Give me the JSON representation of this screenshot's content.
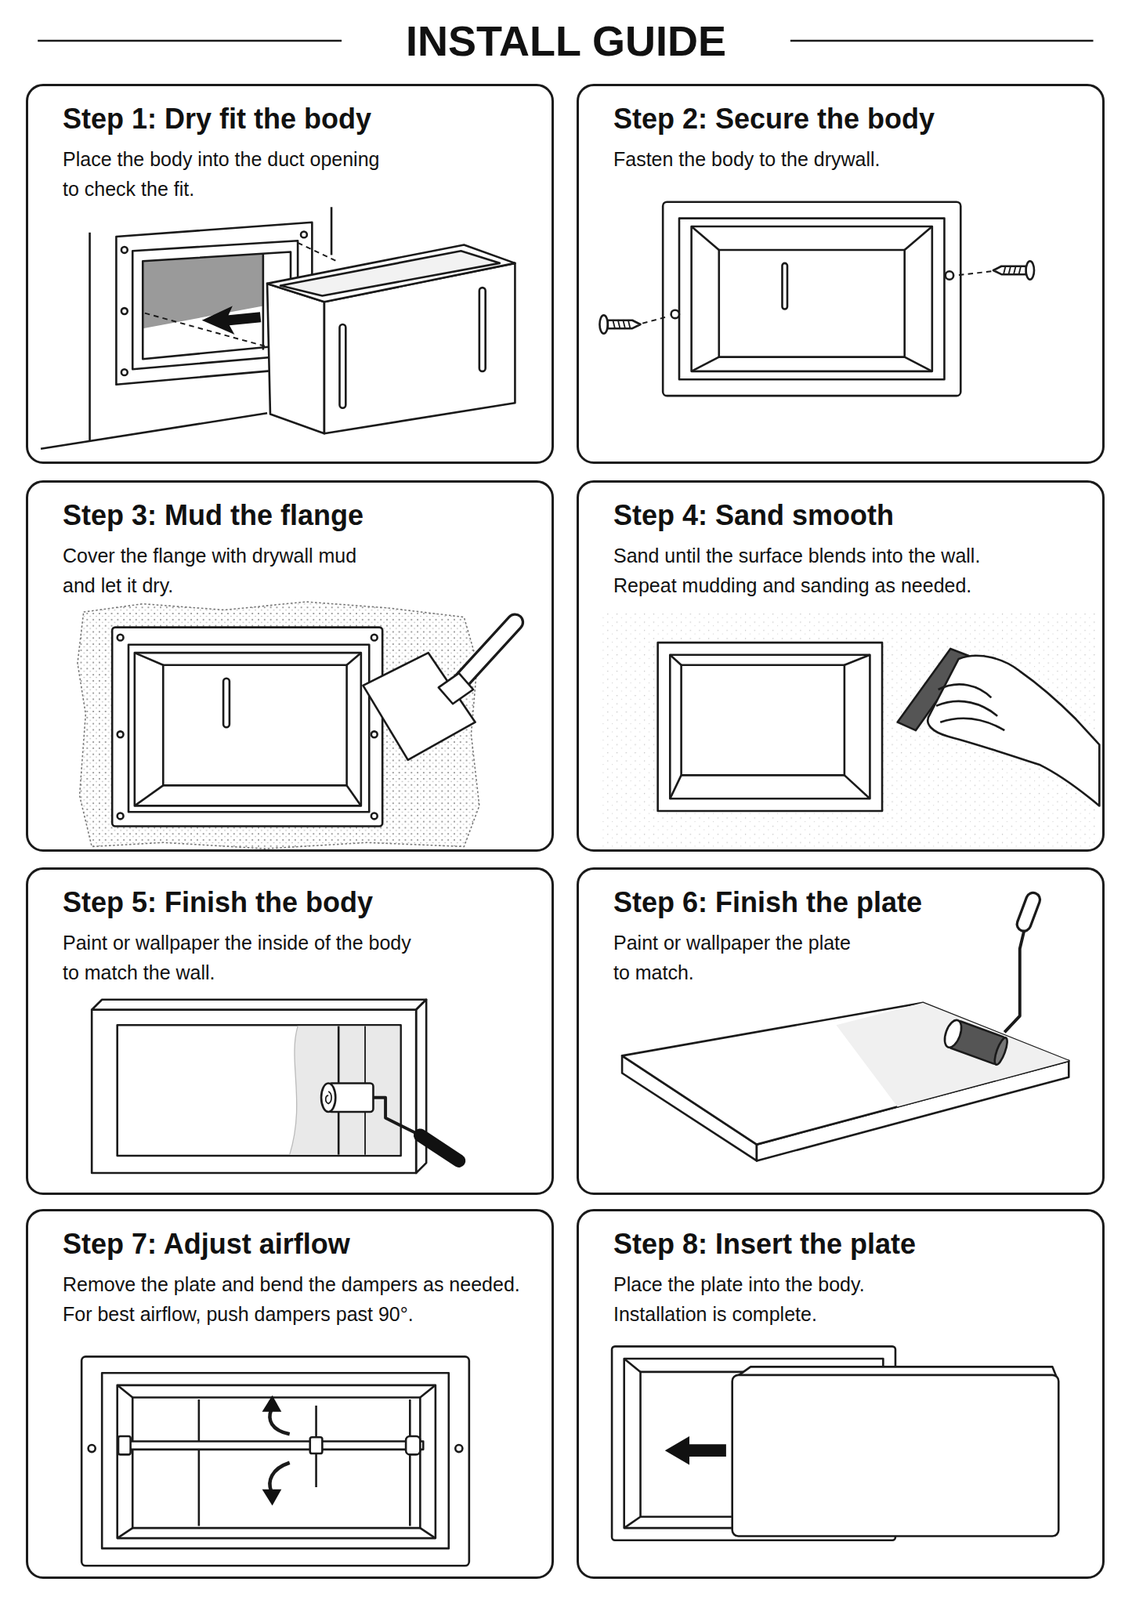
{
  "diagram": {
    "title": "INSTALL GUIDE",
    "nodes": [
      {
        "text": [
          "Step 1: Dry fit the body",
          "Place the body into the duct opening to check the fit."
        ]
      },
      {
        "text": [
          "Step 2: Secure the body",
          "Fasten the body to the drywall."
        ]
      },
      {
        "text": [
          "Step 3: Mud the flange",
          "Cover the flange with drywall mud and let it dry."
        ]
      },
      {
        "text": [
          "Step 4: Sand smooth",
          "Sand until the surface blends into the wall. Repeat mudding and sanding as needed."
        ]
      },
      {
        "text": [
          "Step 5: Finish the body",
          "Paint or wallpaper the inside of the body to match the wall."
        ]
      },
      {
        "text": [
          "Step 6: Finish the plate",
          "Paint or wallpaper the plate to match."
        ]
      },
      {
        "text": [
          "Step 7: Adjust airflow",
          "Remove the plate and bend the dampers as needed. For best airflow, push dampers past 90°."
        ]
      },
      {
        "text": [
          "Step 8: Insert the plate",
          "Place the plate into the body. Installation is complete."
        ]
      }
    ]
  }
}
